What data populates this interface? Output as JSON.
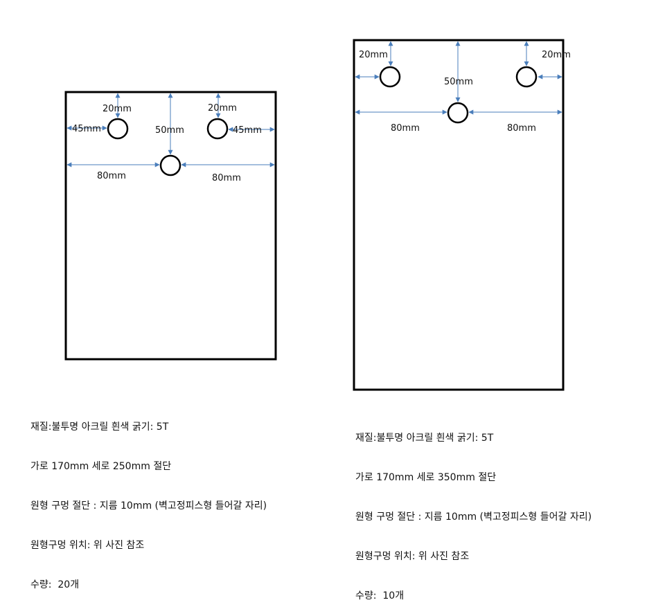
{
  "panel_left": {
    "labels": {
      "d_20_left": "20mm",
      "d_20_right": "20mm",
      "d_45_left": "45mm",
      "d_45_right": "45mm",
      "d_50": "50mm",
      "d_80_left": "80mm",
      "d_80_right": "80mm"
    },
    "spec": [
      "재질:불투명 아크릴 흰색 굵기: 5T",
      "가로 170mm 세로 250mm 절단",
      "원형 구멍 절단 : 지름 10mm (벽고정피스형 들어갈 자리)",
      "원형구멍 위치: 위 사진 참조",
      "수량:  20개"
    ]
  },
  "panel_right": {
    "labels": {
      "d_20_left": "20mm",
      "d_20_right": "20mm",
      "d_50": "50mm",
      "d_80_left": "80mm",
      "d_80_right": "80mm"
    },
    "spec": [
      "재질:불투명 아크릴 흰색 굵기: 5T",
      "가로 170mm 세로 350mm 절단",
      "원형 구멍 절단 : 지름 10mm (벽고정피스형 들어갈 자리)",
      "원형구멍 위치: 위 사진 참조",
      "수량:  10개"
    ]
  },
  "colors": {
    "outline": "#000000",
    "dimension_arrow": "#4a7ebb"
  }
}
